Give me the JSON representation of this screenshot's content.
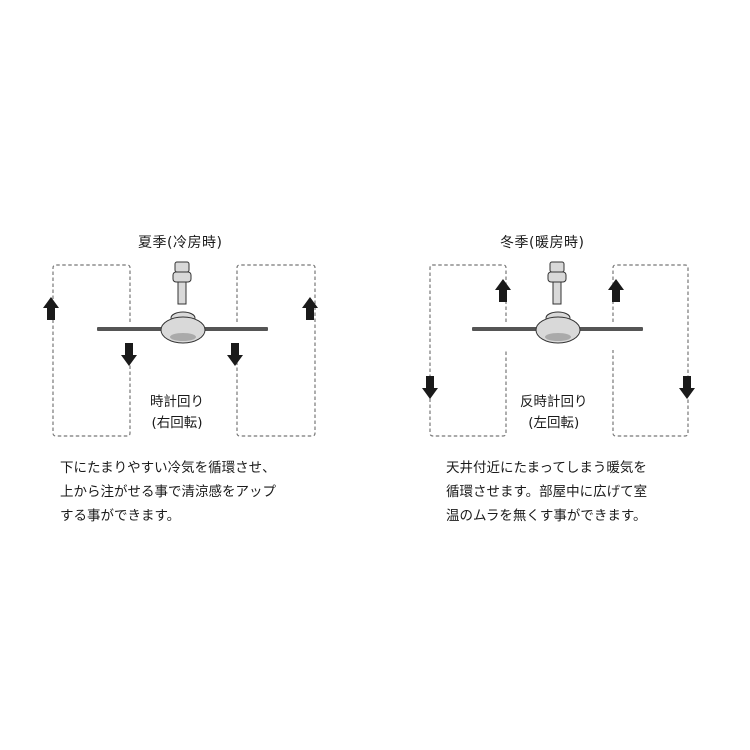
{
  "panels": [
    {
      "season_title": "夏季(冷房時)",
      "rotation_line1": "時計回り",
      "rotation_line2": "(右回転)",
      "description": [
        "下にたまりやすい冷気を循環させ、",
        "上から注がせる事で清涼感をアップ",
        "する事ができます。"
      ]
    },
    {
      "season_title": "冬季(暖房時)",
      "rotation_line1": "反時計回り",
      "rotation_line2": "(左回転)",
      "description": [
        "天井付近にたまってしまう暖気を",
        "循環させます。部屋中に広げて室",
        "温のムラを無くす事ができます。"
      ]
    }
  ],
  "icons": {
    "fan": "ceiling-fan-icon",
    "arrow_up": "arrow-up-icon",
    "arrow_down": "arrow-down-icon"
  }
}
